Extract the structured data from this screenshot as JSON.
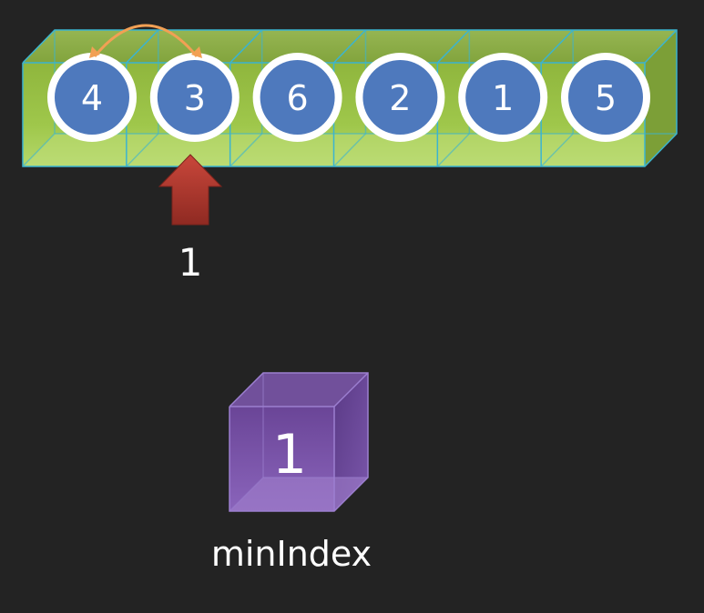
{
  "array": {
    "values": [
      "4",
      "3",
      "6",
      "2",
      "1",
      "5"
    ]
  },
  "pointer": {
    "label": "1"
  },
  "min_index": {
    "value": "1",
    "label": "minIndex"
  },
  "colors": {
    "background": "#232323",
    "array_green": "#9dc447",
    "array_edge": "#3bb4d0",
    "ball_blue": "#4e79bd",
    "arrow_red": "#b23b31",
    "swap_orange": "#f2a054",
    "box_purple": "#6e4a9c"
  }
}
